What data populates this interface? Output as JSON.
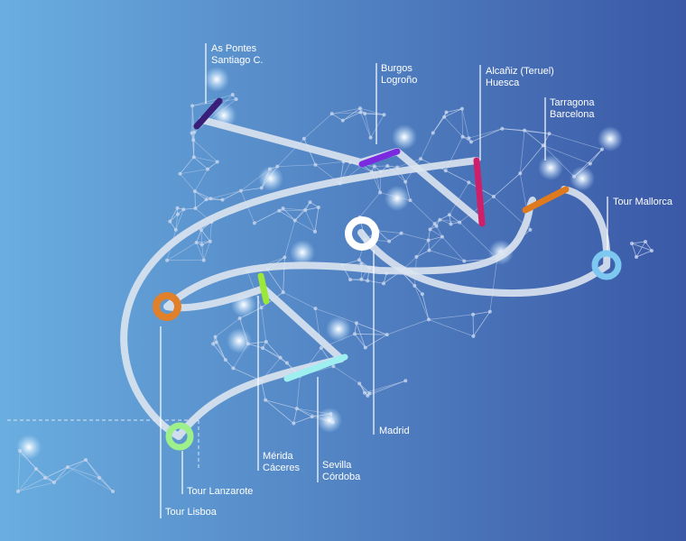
{
  "colors": {
    "bg_left": "#6aaee0",
    "bg_right": "#3a58a6",
    "route": "#dce4f0",
    "network": "#c8d6ee",
    "label": "#ffffff"
  },
  "labels": {
    "as_pontes": {
      "line1": "As Pontes",
      "line2": "Santiago C."
    },
    "burgos": {
      "line1": "Burgos",
      "line2": "Logroño"
    },
    "alcaniz": {
      "line1": "Alcañiz (Teruel)",
      "line2": "Huesca"
    },
    "tarragona": {
      "line1": "Tarragona",
      "line2": "Barcelona"
    },
    "tour_mallorca": "Tour Mallorca",
    "madrid": "Madrid",
    "merida": {
      "line1": "Mérida",
      "line2": "Cáceres"
    },
    "sevilla": {
      "line1": "Sevilla",
      "line2": "Córdoba"
    },
    "tour_lanzarote": "Tour Lanzarote",
    "tour_lisboa": "Tour Lisboa"
  },
  "markers": {
    "as_pontes": {
      "color": "#3a1f7a",
      "shape": "bar"
    },
    "burgos": {
      "color": "#7b2ae0",
      "shape": "bar"
    },
    "alcaniz": {
      "color": "#d01f6a",
      "shape": "bar"
    },
    "tarragona": {
      "color": "#e07a1f",
      "shape": "bar"
    },
    "tour_mallorca": {
      "color": "#7cc8f0",
      "shape": "ring"
    },
    "madrid": {
      "color": "#ffffff",
      "shape": "ring"
    },
    "merida": {
      "color": "#9be83a",
      "shape": "bar"
    },
    "sevilla": {
      "color": "#9ef0f0",
      "shape": "bar"
    },
    "tour_lanzarote": {
      "color": "#9ef08a",
      "shape": "ring"
    },
    "tour_lisboa": {
      "color": "#e0802a",
      "shape": "ring"
    }
  }
}
